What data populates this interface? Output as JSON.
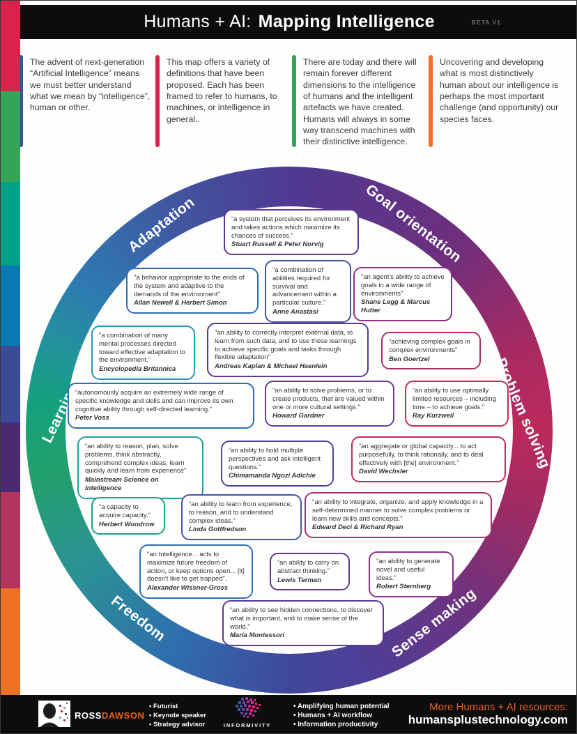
{
  "header": {
    "title_prefix": "Humans + AI:",
    "title_main": "Mapping Intelligence",
    "beta_label": "BETA V1"
  },
  "intro": [
    {
      "bar_color": "#3a5398",
      "text": "The advent of next-generation “Artificial Intelligence” means we must better understand what we mean by “intelligence”, human or other."
    },
    {
      "bar_color": "#d8244c",
      "text": "This map offers a variety of definitions that have been proposed. Each has been framed to refer to humans, to machines, or intelligence in general.."
    },
    {
      "bar_color": "#35a457",
      "text": "There are today and there will remain forever different dimensions to the intelligence of humans and the intelligent artefacts we have created. Humans will always in some way transcend machines with their distinctive intelligence."
    },
    {
      "bar_color": "#ee7125",
      "text": "Uncovering and developing what is most distinctively human about our intelligence is perhaps the most important challenge (and opportunity) our species faces."
    }
  ],
  "ring": {
    "labels": [
      "Adaptation",
      "Goal orientation",
      "Learning",
      "Problem solving",
      "Freedom",
      "Sense making"
    ]
  },
  "quotes": [
    {
      "text": "“a system that perceives its environment and takes actions which maximize its chances of success.”",
      "author": "Stuart Russell & Peter Norvig",
      "border": "#5a3a94"
    },
    {
      "text": "\"a behavior appropriate to the ends of the system and adaptive to the demands of the environment\"",
      "author": "Allan Newell & Herbert Simon",
      "border": "#2f6eb3"
    },
    {
      "text": "\"a combination of abilities required for survival and advancement within a particular culture.\"",
      "author": "Anne Anastasi",
      "border": "#4752a3"
    },
    {
      "text": "\"an agent's ability to achieve goals in a wide range of environments\"",
      "author": "Shane Legg & Marcus Hutter",
      "border": "#8c3186"
    },
    {
      "text": "\"a combination of many mental processes directed toward effective adaptation to the environment.\"",
      "author": "Encyclopedia Britannica",
      "border": "#2397b5"
    },
    {
      "text": "\"an ability to correctly interpret external data, to learn from such data, and to use those learnings to achieve specific goals and tasks through flexible adaptation\"",
      "author": "Andreas Kaplan & Michael Haenlein",
      "border": "#5a3a94"
    },
    {
      "text": "“achieving complex goals in complex environments”",
      "author": "Ben Goertzel",
      "border": "#aa2d67"
    },
    {
      "text": "“autonomously acquire an extremely wide range of specific knowledge and skills and can improve its own cognitive ability through self-directed learning.”",
      "author": "Peter Voss",
      "border": "#2f6eb3"
    },
    {
      "text": "“an ability to solve problems, or to create products, that are valued within one or more cultural settings.”",
      "author": "Howard Gardner",
      "border": "#6a3a9a"
    },
    {
      "text": "“an ability to use optimally limited resources – including time – to achieve goals.”",
      "author": "Ray Kurzweil",
      "border": "#c52a55"
    },
    {
      "text": "“an ability to reason, plan, solve problems, think abstractly, comprehend complex ideas, learn quickly and learn from experience”",
      "author": "Mainstream Science on Intelligence",
      "border": "#1fa09d"
    },
    {
      "text": "“an ability to hold multiple perspectives and ask intelligent questions.\"",
      "author": "Chimamanda Ngozi Adichie",
      "border": "#4a44a0"
    },
    {
      "text": "“an aggregate or global capacity... to act purposefully, to think rationally, and to deal effectively with [the] environment.”",
      "author": "David Wechsler",
      "border": "#c02a5e"
    },
    {
      "text": "\"a capacity to acquire capacity.\"",
      "author": "Herbert Woodrow",
      "border": "#1aa183"
    },
    {
      "text": "“an ability to learn from experience, to reason, and to understand complex ideas.\"",
      "author": "Linda Gottfredson",
      "border": "#3f55a6"
    },
    {
      "text": "\"an ability to integrate, organize, and apply knowledge in a self-determined manner to solve complex problems or learn new skills and concepts.\"",
      "author": "Edward Deci & Richard Ryan",
      "border": "#a92e6e"
    },
    {
      "text": "\"an Intelligence... acts to maximize future freedom of action, or keep options open... [it] doesn't like to get trapped\".",
      "author": "Alexander Wissner-Gross",
      "border": "#2f6eb3"
    },
    {
      "text": "“an ability to carry on abstract thinking.”",
      "author": "Lewis Terman",
      "border": "#5a3a94"
    },
    {
      "text": "\"an ability to generate novel and useful ideas.\"",
      "author": "Robert Sternberg",
      "border": "#8c3186"
    },
    {
      "text": "“an ability to see hidden connections, to discover what is important, and to make sense of the world.\"",
      "author": "Maria Montessori",
      "border": "#5a3a94"
    }
  ],
  "strip": [
    "#d8244c",
    "#35a457",
    "#00a189",
    "#0879b2",
    "#3b4b97",
    "#4b2a72",
    "#b43360",
    "#ee7125"
  ],
  "footer": {
    "ross_first": "ROSS",
    "ross_last": "DAWSON",
    "speaker_bullets": [
      "Futurist",
      "Keynote speaker",
      "Strategy advisor"
    ],
    "informivity_label": "INFORMIVITY",
    "value_bullets": [
      "Amplifying human potential",
      "Humans + AI workflow",
      "Information productivity"
    ],
    "resources_label": "More Humans + AI resources:",
    "resources_url": "humansplustechnology.com"
  }
}
